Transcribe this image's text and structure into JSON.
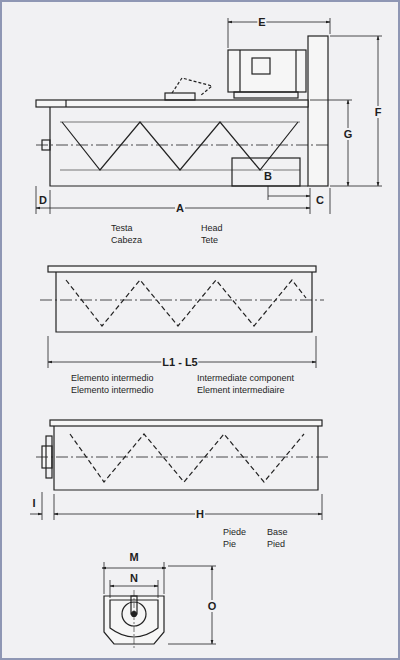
{
  "diagram": {
    "labels": [
      "E",
      "F",
      "G",
      "A",
      "B",
      "C",
      "D",
      "Testa",
      "Cabeza",
      "Head",
      "Tete",
      "L1 - L5",
      "Elemento intermedio",
      "Elemento intermedio",
      "Intermediate component",
      "Element intermediaire",
      "I",
      "H",
      "Piede",
      "Pie",
      "Base",
      "Pied",
      "M",
      "N",
      "O"
    ]
  }
}
